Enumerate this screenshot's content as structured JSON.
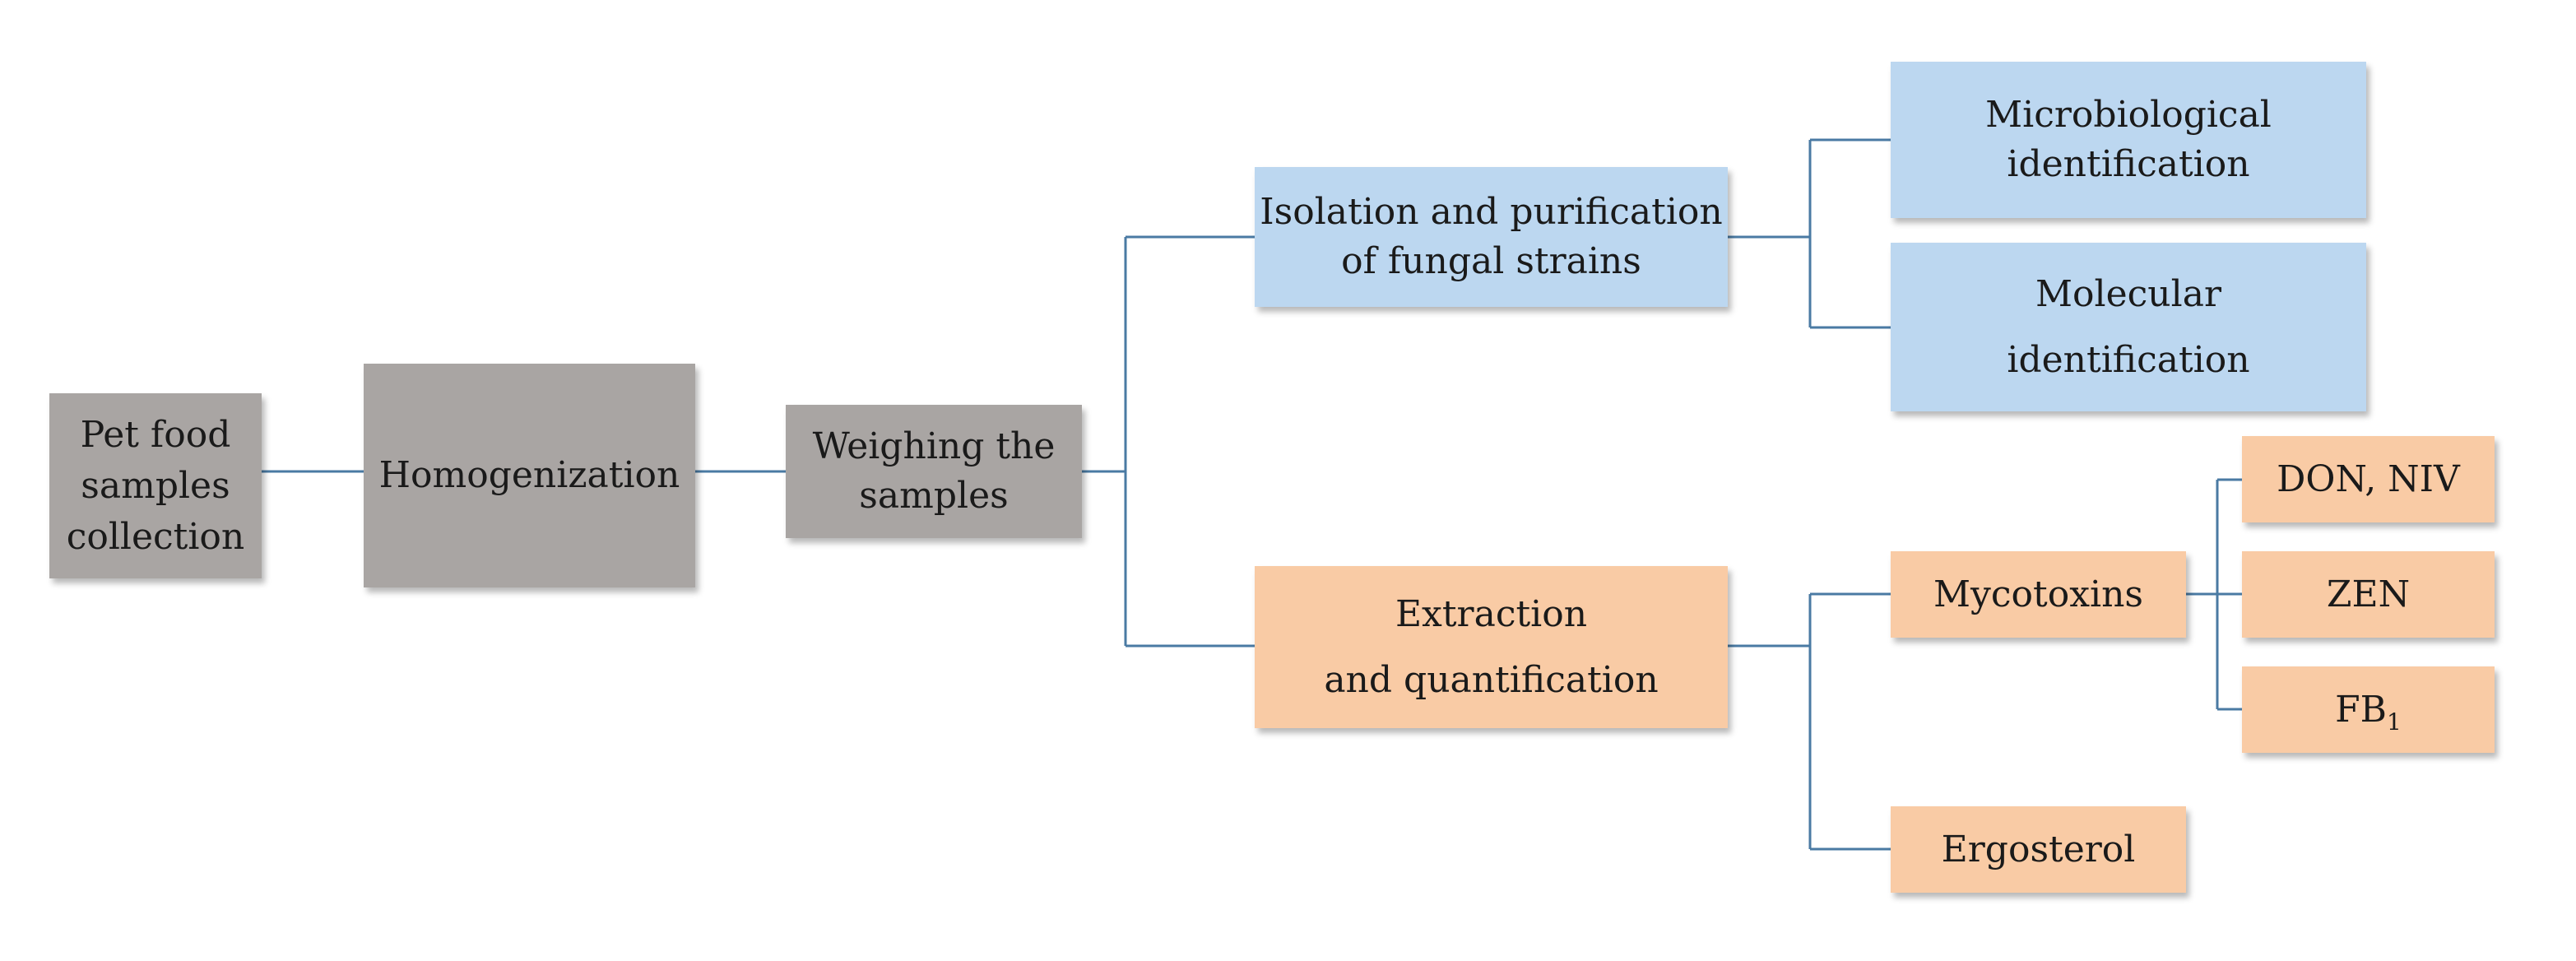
{
  "colors": {
    "process": "#a9a5a3",
    "fungal": "#bcd7f0",
    "chemical": "#f9cba5",
    "connector": "#4a7aa3"
  },
  "nodes": {
    "pet_food": "Pet food\nsamples\ncollection",
    "homogenization": "Homogenization",
    "weighing": "Weighing the\nsamples",
    "isolation": "Isolation and purification\nof fungal strains",
    "microbiological": "Microbiological\nidentification",
    "molecular": "Molecular\nidentification",
    "extraction": "Extraction\nand quantification",
    "mycotoxins": "Mycotoxins",
    "ergosterol": "Ergosterol",
    "don_niv": "DON, NIV",
    "zen": "ZEN",
    "fb1_base": "FB",
    "fb1_sub": "1"
  }
}
